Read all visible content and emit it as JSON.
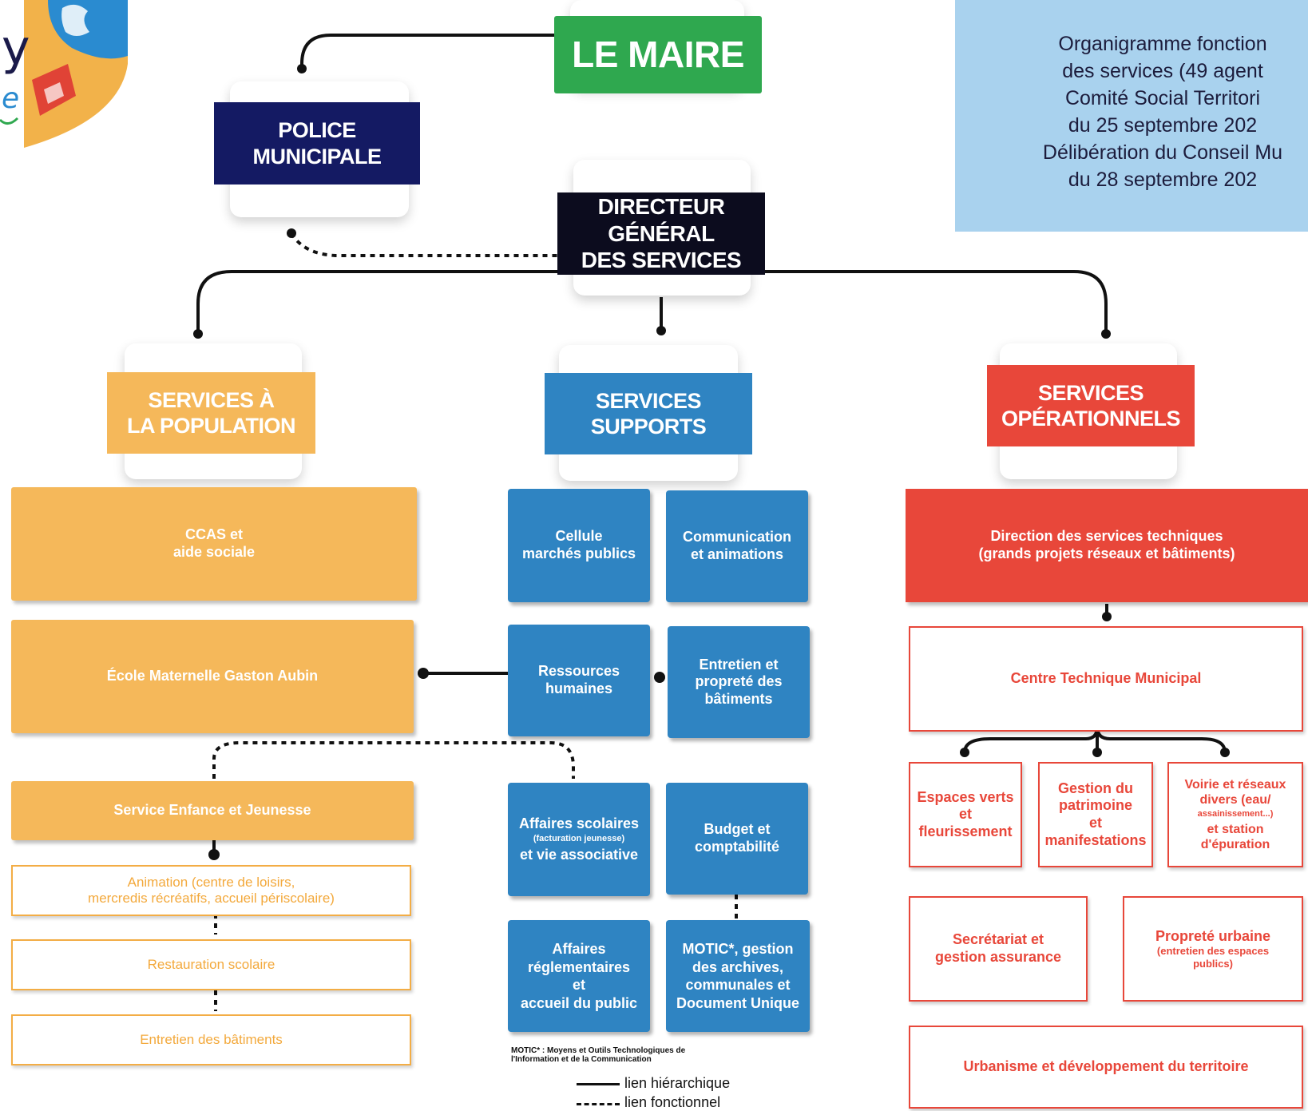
{
  "info_box": {
    "lines": [
      "Organigramme fonction",
      "des services (49 agent",
      "Comité Social Territori",
      "du 25 septembre 202",
      "Délibération du Conseil Mu",
      "du 28 septembre 202"
    ]
  },
  "top": {
    "maire": "LE MAIRE",
    "police": "POLICE\nMUNICIPALE",
    "dgs": "DIRECTEUR\nGÉNÉRAL\nDES SERVICES"
  },
  "columns": {
    "population": {
      "title": "SERVICES À\nLA POPULATION",
      "ccas": "CCAS et\naide sociale",
      "ecole": "École Maternelle Gaston Aubin",
      "enfance": "Service Enfance et Jeunesse",
      "animation": "Animation (centre de loisirs,\nmercredis récréatifs, accueil périscolaire)",
      "restauration": "Restauration scolaire",
      "entretien": "Entretien des bâtiments"
    },
    "supports": {
      "title": "SERVICES\nSUPPORTS",
      "marches": "Cellule\nmarchés publics",
      "communication": "Communication\net animations",
      "rh": "Ressources\nhumaines",
      "entretien_proprete": "Entretien et\npropreté des\nbâtiments",
      "affaires_scolaires_1": "Affaires scolaires",
      "affaires_scolaires_2": "(facturation jeunesse)",
      "affaires_scolaires_3": "et vie associative",
      "budget": "Budget et\ncomptabilité",
      "reglementaires": "Affaires\nréglementaires\net\naccueil du public",
      "motic": "MOTIC*, gestion\ndes archives,\ncommunales et\nDocument Unique"
    },
    "operationnels": {
      "title": "SERVICES\nOPÉRATIONNELS",
      "direction_1": "Direction des services techniques",
      "direction_2": "(grands projets réseaux et bâtiments)",
      "ctm": "Centre Technique Municipal",
      "espaces_verts": "Espaces verts\net\nfleurissement",
      "patrimoine": "Gestion du\npatrimoine\net\nmanifestations",
      "voirie_1": "Voirie et réseaux\ndivers (eau/",
      "voirie_2": "assainissement...)",
      "voirie_3": "et station\nd'épuration",
      "secretariat": "Secrétariat et\ngestion assurance",
      "proprete_1": "Propreté urbaine",
      "proprete_2": "(entretien des espaces\npublics)",
      "urbanisme": "Urbanisme et développement du territoire"
    }
  },
  "footnote": "MOTIC* : Moyens et Outils Technologiques de\nl'Information et de la Communication",
  "legend": {
    "hierarchique": "lien hiérarchique",
    "fonctionnel": "lien fonctionnel"
  },
  "colors": {
    "green": "#2fa84f",
    "navy": "#141a63",
    "black": "#0c0c1e",
    "orange": "#f5b85a",
    "blue": "#2f84c2",
    "red": "#e8473a",
    "info_bg": "#a9d2ee"
  }
}
